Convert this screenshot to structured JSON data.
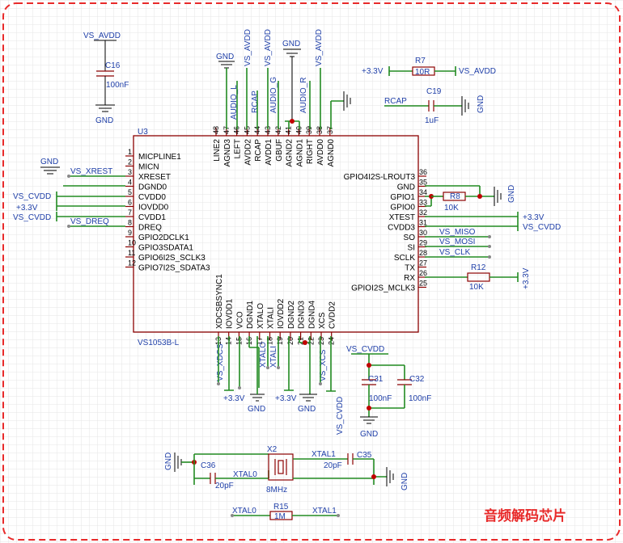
{
  "colors": {
    "border": "#e82a2a",
    "wire": "#228b22",
    "part": "#8b0000",
    "text": "#1f3fa8",
    "grid": "#e6e6e6"
  },
  "title": "音频解码芯片",
  "chip": {
    "ref": "U3",
    "part": "VS1053B-L",
    "left_pins": [
      {
        "num": "1",
        "name": "MICPLINE1"
      },
      {
        "num": "2",
        "name": "MICN"
      },
      {
        "num": "3",
        "name": "XRESET"
      },
      {
        "num": "4",
        "name": "DGND0"
      },
      {
        "num": "5",
        "name": "CVDD0"
      },
      {
        "num": "6",
        "name": "IOVDD0"
      },
      {
        "num": "7",
        "name": "CVDD1"
      },
      {
        "num": "8",
        "name": "DREQ"
      },
      {
        "num": "9",
        "name": "GPIO2DCLK1"
      },
      {
        "num": "10",
        "name": "GPIO3SDATA1"
      },
      {
        "num": "11",
        "name": "GPIO6I2S_SCLK3"
      },
      {
        "num": "12",
        "name": "GPIO7I2S_SDATA3"
      }
    ],
    "right_pins": [
      {
        "num": "36",
        "name": "GPIO4I2S-LROUT3"
      },
      {
        "num": "35",
        "name": "GND"
      },
      {
        "num": "34",
        "name": "GPIO1"
      },
      {
        "num": "33",
        "name": "GPIO0"
      },
      {
        "num": "32",
        "name": "XTEST"
      },
      {
        "num": "31",
        "name": "CVDD3"
      },
      {
        "num": "30",
        "name": "SO"
      },
      {
        "num": "29",
        "name": "SI"
      },
      {
        "num": "28",
        "name": "SCLK"
      },
      {
        "num": "27",
        "name": "TX"
      },
      {
        "num": "26",
        "name": "RX"
      },
      {
        "num": "25",
        "name": "GPIOI2S_MCLK3"
      }
    ],
    "top_pins": [
      {
        "num": "48",
        "name": "LINE2"
      },
      {
        "num": "47",
        "name": "AGND3"
      },
      {
        "num": "46",
        "name": "LEFT"
      },
      {
        "num": "45",
        "name": "AVDD2"
      },
      {
        "num": "44",
        "name": "RCAP"
      },
      {
        "num": "43",
        "name": "AVDD1"
      },
      {
        "num": "42",
        "name": "GBUF"
      },
      {
        "num": "41",
        "name": "AGND2"
      },
      {
        "num": "40",
        "name": "AGND1"
      },
      {
        "num": "39",
        "name": "RIGHT"
      },
      {
        "num": "38",
        "name": "AVDD0"
      },
      {
        "num": "37",
        "name": "AGND0"
      }
    ],
    "bottom_pins": [
      {
        "num": "13",
        "name": "XDCSBSYNC1"
      },
      {
        "num": "14",
        "name": "IOVDD1"
      },
      {
        "num": "15",
        "name": "VCO"
      },
      {
        "num": "16",
        "name": "DGND1"
      },
      {
        "num": "17",
        "name": "XTALO"
      },
      {
        "num": "18",
        "name": "XTALI"
      },
      {
        "num": "19",
        "name": "IOVDD2"
      },
      {
        "num": "20",
        "name": "DGND2"
      },
      {
        "num": "21",
        "name": "DGND3"
      },
      {
        "num": "22",
        "name": "DGND4"
      },
      {
        "num": "23",
        "name": "XCS"
      },
      {
        "num": "24",
        "name": "CVDD2"
      }
    ]
  },
  "nets": {
    "vs_avdd": "VS_AVDD",
    "gnd": "GND",
    "p33": "+3.3V",
    "vs_cvdd": "VS_CVDD",
    "vs_xrest": "VS_XREST",
    "vs_dreq": "VS_DREQ",
    "audio_l": "AUDIO_L",
    "rcap": "RCAP",
    "audio_g": "AUDIO_G",
    "audio_r": "AUDIO_R",
    "vs_miso": "VS_MISO",
    "vs_mosi": "VS_MOSI",
    "vs_clk": "VS_CLK",
    "vs_xdcs": "VS_XDCS",
    "xtalo": "XTALO",
    "xtali": "XTALI",
    "vs_xcs": "VS_XCS",
    "xtal0": "XTAL0",
    "xtal1": "XTAL1"
  },
  "components": {
    "c16": {
      "ref": "C16",
      "value": "100nF"
    },
    "r7": {
      "ref": "R7",
      "value": "10R"
    },
    "c19": {
      "ref": "C19",
      "value": "1uF"
    },
    "r8": {
      "ref": "R8",
      "value": "10K"
    },
    "r12": {
      "ref": "R12",
      "value": "10K"
    },
    "c31": {
      "ref": "C31",
      "value": "100nF"
    },
    "c32": {
      "ref": "C32",
      "value": "100nF"
    },
    "x2": {
      "ref": "X2",
      "value": "8MHz"
    },
    "c36": {
      "ref": "C36",
      "value": "20pF"
    },
    "c35": {
      "ref": "C35",
      "value": "20pF"
    },
    "r15": {
      "ref": "R15",
      "value": "1M"
    }
  }
}
